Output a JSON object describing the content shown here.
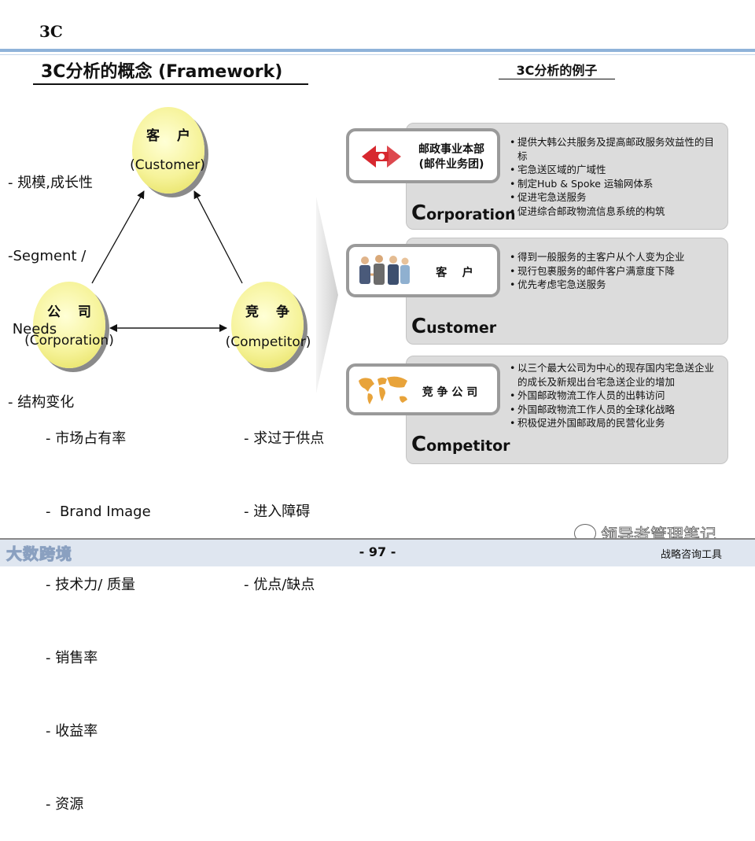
{
  "slide": {
    "title": "3C",
    "heading_left": "3C分析的概念 (Framework)",
    "heading_right": "3C分析的例子"
  },
  "diagram": {
    "customer": {
      "label": "客 户",
      "sub": "(Customer)"
    },
    "company": {
      "label": "公 司",
      "sub": "(Corporation)"
    },
    "competitor": {
      "label": "竞 争",
      "sub": "(Competitor)"
    },
    "customer_notes": [
      "- 规模,成长性",
      "-Segment /",
      " Needs",
      "- 结构变化"
    ],
    "company_notes": [
      "- 市场占有率",
      "-  Brand Image",
      "- 技术力/ 质量",
      "- 销售率",
      "- 收益率",
      "- 资源"
    ],
    "competitor_notes": [
      "- 求过于供点",
      "- 进入障碍",
      "- 优点/缺点"
    ]
  },
  "examples": [
    {
      "card_label_line1": "邮政事业本部",
      "card_label_line2": "(邮件业务团)",
      "icon": "postal-logo-icon",
      "cap": "C",
      "rest": "orporation",
      "items": [
        "提供大韩公共服务及提高邮政服务效益性的目标",
        "宅急送区域的广域性",
        "制定Hub & Spoke 运输网体系",
        "促进宅急送服务",
        "促进综合邮政物流信息系统的构筑"
      ]
    },
    {
      "card_label_line1": "客    户",
      "card_label_line2": "",
      "icon": "business-people-icon",
      "cap": "C",
      "rest": "ustomer",
      "items": [
        "得到一般服务的主客户从个人变为企业",
        "现行包裹服务的邮件客户满意度下降",
        "优先考虑宅急送服务"
      ]
    },
    {
      "card_label_line1": "竞 争 公 司",
      "card_label_line2": "",
      "icon": "world-map-icon",
      "cap": "C",
      "rest": "ompetitor",
      "items": [
        "以三个最大公司为中心的现存国内宅急送企业的成长及新规出台宅急送企业的增加",
        "外国邮政物流工作人员的出韩访问",
        "外国邮政物流工作人员的全球化战略",
        "积极促进外国邮政局的民营化业务"
      ]
    }
  ],
  "footer": {
    "page": "- 97 -",
    "right_text": "战略咨询工具",
    "logo_text": "大数跨境",
    "watermark": "领导者管理笔记"
  },
  "colors": {
    "circle": "#f6f39a",
    "rule": "#8fb3d9",
    "panel": "#dcdcdc"
  }
}
